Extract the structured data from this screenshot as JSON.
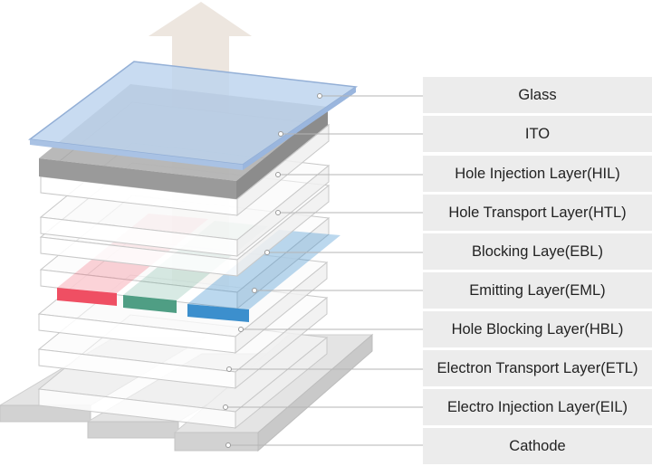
{
  "layers": [
    {
      "id": "glass",
      "label": "Glass"
    },
    {
      "id": "ito",
      "label": "ITO"
    },
    {
      "id": "hil",
      "label": "Hole Injection Layer(HIL)"
    },
    {
      "id": "htl",
      "label": "Hole Transport Layer(HTL)"
    },
    {
      "id": "ebl",
      "label": "Blocking Laye(EBL)"
    },
    {
      "id": "eml",
      "label": "Emitting Layer(EML)"
    },
    {
      "id": "hbl",
      "label": "Hole Blocking Layer(HBL)"
    },
    {
      "id": "etl",
      "label": "Electron Transport Layer(ETL)"
    },
    {
      "id": "eil",
      "label": "Electro Injection Layer(EIL)"
    },
    {
      "id": "cathode",
      "label": "Cathode"
    }
  ],
  "colors": {
    "label_background": "#ececec",
    "label_text": "#222222",
    "leader_line": "#b5b5b5",
    "glass_fill": "#bcd3ee",
    "glass_edge": "#93afd6",
    "ito_fill": "#9a9a9a",
    "cathode_fill": "#dcdcdc",
    "emitter_red": "#ef4f63",
    "emitter_green": "#4f9e84",
    "emitter_blue": "#3c8fcd",
    "arrow_fill": "#ede6df"
  },
  "icons": {
    "arrow": "light-emission-arrow-icon"
  }
}
